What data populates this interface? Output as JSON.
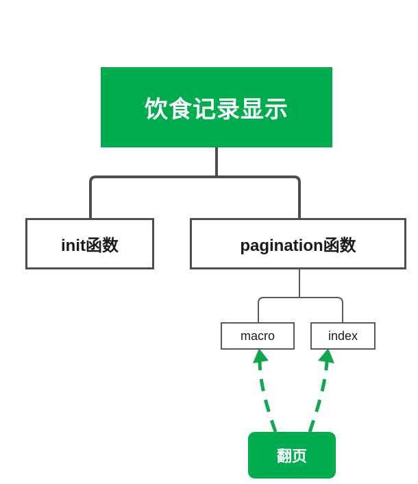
{
  "diagram": {
    "type": "tree-flowchart",
    "background_color": "#ffffff",
    "accent_color": "#00ad4e",
    "line_color": "#4d4d4d",
    "thin_line_color": "#595959",
    "dashed_arrow_color": "#0fa84a",
    "nodes": [
      {
        "id": "root",
        "label": "饮食记录显示",
        "style": "filled-green",
        "fill": "#00ad4e",
        "text_color": "#ffffff",
        "level": 0
      },
      {
        "id": "init",
        "label": "init函数",
        "style": "outlined-box",
        "fill": "#ffffff",
        "text_color": "#1a1a1a",
        "level": 1
      },
      {
        "id": "pagination",
        "label": "pagination函数",
        "style": "outlined-box",
        "fill": "#ffffff",
        "text_color": "#1a1a1a",
        "level": 1
      },
      {
        "id": "macro",
        "label": "macro",
        "style": "outlined-box-small",
        "fill": "#ffffff",
        "text_color": "#1a1a1a",
        "level": 2
      },
      {
        "id": "index",
        "label": "index",
        "style": "outlined-box-small",
        "fill": "#ffffff",
        "text_color": "#1a1a1a",
        "level": 2
      },
      {
        "id": "fanye",
        "label": "翻页",
        "style": "filled-green-rounded",
        "fill": "#00ad4e",
        "text_color": "#ffffff",
        "level": 3
      }
    ],
    "edges": [
      {
        "from": "root",
        "to": "init",
        "style": "solid",
        "color": "#4d4d4d",
        "arrow": false
      },
      {
        "from": "root",
        "to": "pagination",
        "style": "solid",
        "color": "#4d4d4d",
        "arrow": false
      },
      {
        "from": "pagination",
        "to": "macro",
        "style": "solid",
        "color": "#595959",
        "arrow": false
      },
      {
        "from": "pagination",
        "to": "index",
        "style": "solid",
        "color": "#595959",
        "arrow": false
      },
      {
        "from": "fanye",
        "to": "macro",
        "style": "dashed",
        "color": "#0fa84a",
        "arrow": true
      },
      {
        "from": "fanye",
        "to": "index",
        "style": "dashed",
        "color": "#0fa84a",
        "arrow": true
      }
    ]
  }
}
